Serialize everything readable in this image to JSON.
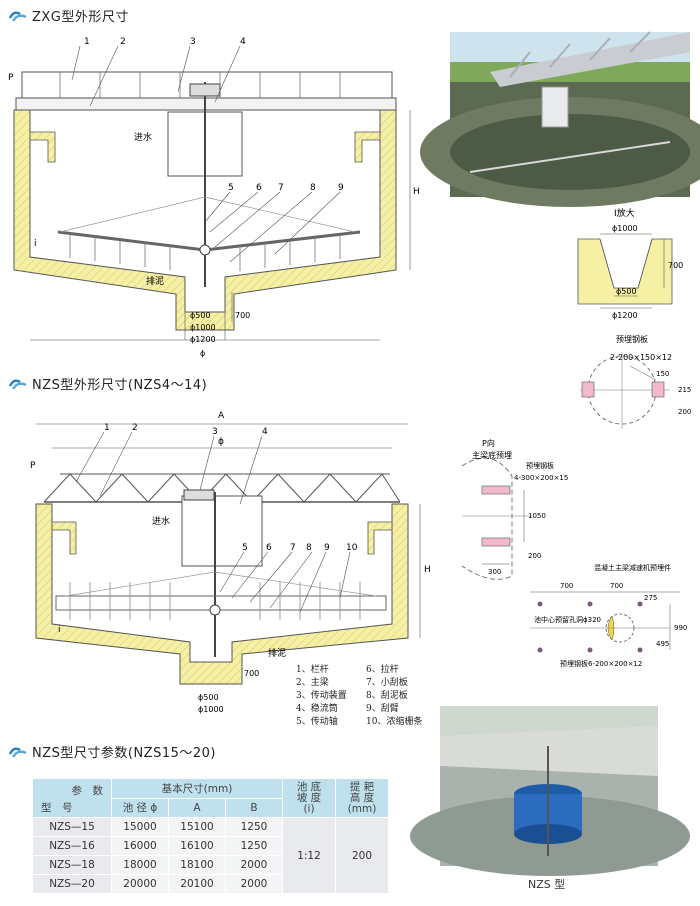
{
  "headings": {
    "zxg": "ZXG型外形尺寸",
    "nzs_small": "NZS型外形尺寸(NZS4～14)",
    "nzs_params": "NZS型尺寸参数(NZS15～20)"
  },
  "zxg_drawing": {
    "callouts": [
      "1",
      "2",
      "3",
      "4",
      "5",
      "6",
      "7",
      "8",
      "9"
    ],
    "inlet": "进水",
    "sludge": "排泥",
    "view_p": "P",
    "dim_h": "H",
    "slope": "i",
    "dim_700": "700",
    "dim_d500": "ϕ500",
    "dim_d1000": "ϕ1000",
    "dim_d1200": "ϕ1200",
    "dim_phi": "ϕ"
  },
  "nzs_drawing": {
    "callouts": [
      "1",
      "2",
      "3",
      "4",
      "5",
      "6",
      "7",
      "8",
      "9",
      "10"
    ],
    "dim_a": "A",
    "dim_phi": "ϕ",
    "view_p": "P",
    "inlet": "进水",
    "sludge": "排泥",
    "dim_h": "H",
    "slope": "i",
    "dim_d500": "ϕ500",
    "dim_d1000": "ϕ1000",
    "dim_700": "700",
    "legend": [
      "1、栏杆",
      "6、拉杆",
      "2、主梁",
      "7、小刮板",
      "3、传动装置",
      "8、刮泥板",
      "4、稳流筒",
      "9、刮臂",
      "5、传动轴",
      "10、浓缩栅条"
    ]
  },
  "detail_i": {
    "title": "Ⅰ放大",
    "d1000": "ϕ1000",
    "d500": "ϕ500",
    "d1200": "ϕ1200",
    "h700": "700"
  },
  "detail_plate": {
    "title": "预埋钢板",
    "spec": "2-200×150×12",
    "d150": "150",
    "d215": "215",
    "d200": "200"
  },
  "detail_p": {
    "title": "P向",
    "subtitle": "主梁底预埋",
    "plate_title": "预埋钢板",
    "spec": "4-300×200×15",
    "d1050": "1050",
    "d200": "200",
    "d300": "300"
  },
  "detail_reducer": {
    "title": "混凝土主梁减速机预埋件",
    "d700a": "700",
    "d700b": "700",
    "d275": "275",
    "d990": "990",
    "d495": "495",
    "hole": "池中心预留孔洞ϕ320",
    "spec": "预埋钢板6-200×200×12"
  },
  "photo_caption": "NZS 型",
  "param_table": {
    "header_param": "参　数",
    "header_model": "型　号",
    "header_basic": "基本尺寸(mm)",
    "header_slope": "池 底\n坡 度\n(i)",
    "header_rake": "提 耙\n高 度\n(mm)",
    "sub_headers": [
      "池 径 ϕ",
      "A",
      "B"
    ],
    "rows": [
      {
        "model": "NZS—15",
        "d": "15000",
        "a": "15100",
        "b": "1250"
      },
      {
        "model": "NZS—16",
        "d": "16000",
        "a": "16100",
        "b": "1250"
      },
      {
        "model": "NZS—18",
        "d": "18000",
        "a": "18100",
        "b": "2000"
      },
      {
        "model": "NZS—20",
        "d": "20000",
        "a": "20100",
        "b": "2000"
      }
    ],
    "slope_value": "1:12",
    "rake_value": "200"
  },
  "colors": {
    "concrete": "#f6f0a4",
    "header_blue": "#bfe1ee",
    "logo_blue": "#1d7fc0"
  }
}
